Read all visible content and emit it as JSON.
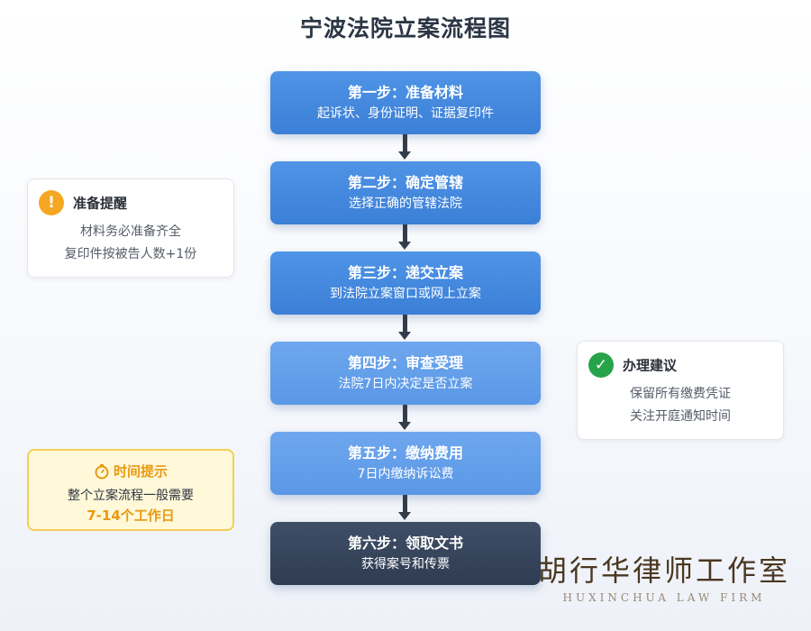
{
  "title": "宁波法院立案流程图",
  "steps": [
    {
      "title": "第一步：准备材料",
      "desc": "起诉状、身份证明、证据复印件"
    },
    {
      "title": "第二步：确定管辖",
      "desc": "选择正确的管辖法院"
    },
    {
      "title": "第三步：递交立案",
      "desc": "到法院立案窗口或网上立案"
    },
    {
      "title": "第四步：审查受理",
      "desc": "法院7日内决定是否立案"
    },
    {
      "title": "第五步：缴纳费用",
      "desc": "7日内缴纳诉讼费"
    },
    {
      "title": "第六步：领取文书",
      "desc": "获得案号和传票"
    }
  ],
  "reminder": {
    "icon": "!",
    "title": "准备提醒",
    "lines": [
      "材料务必准备齐全",
      "复印件按被告人数+1份"
    ]
  },
  "advice": {
    "icon": "✓",
    "title": "办理建议",
    "lines": [
      "保留所有缴费凭证",
      "关注开庭通知时间"
    ]
  },
  "time_tip": {
    "title": "时间提示",
    "line": "整个立案流程一般需要",
    "highlight": "7-14个工作日"
  },
  "watermark": {
    "cn": "胡行华律师工作室",
    "en": "HUXINCHUA LAW FIRM"
  },
  "colors": {
    "step_blue": "#3b7fd7",
    "step_light": "#5a97e6",
    "step_dark": "#2f3c52",
    "warning": "#f5a623",
    "success": "#27a34a",
    "time_accent": "#e89a10"
  }
}
